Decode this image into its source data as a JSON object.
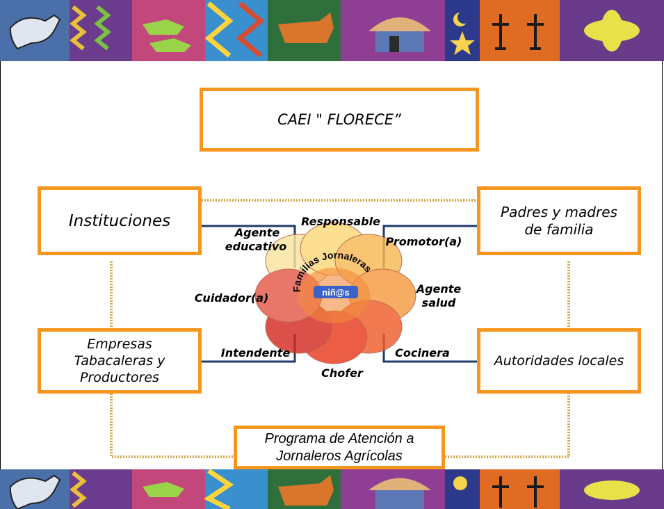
{
  "title": "CAEI \" FLORECE”",
  "boxes": {
    "instituciones": "Instituciones",
    "padres_line1": "Padres y madres",
    "padres_line2": "de familia",
    "empresas_line1": "Empresas",
    "empresas_line2": "Tabacaleras y",
    "empresas_line3": "Productores",
    "autoridades": "Autoridades locales",
    "programa_line1": "Programa de Atención a",
    "programa_line2": "Jornaleros Agrícolas"
  },
  "roles": {
    "responsable": "Responsable",
    "agente_educativo_line1": "Agente",
    "agente_educativo_line2": "educativo",
    "promotor": "Promotor(a)",
    "agente_salud_line1": "Agente",
    "agente_salud_line2": "salud",
    "cuidador": "Cuidador(a)",
    "intendente": "Intendente",
    "cocinera": "Cocinera",
    "chofer": "Chofer"
  },
  "center": {
    "arc_text": "Familias Jornaleras",
    "badge": "niñ@s"
  },
  "colors": {
    "box_border": "#f7961e",
    "dotted_line": "#d4a84a",
    "connector": "#1f3a6b",
    "badge": "#3b62c8"
  },
  "icons": [
    "goat-icon",
    "antelopes-icon",
    "bull-icon",
    "hut-icon",
    "moon-star-icon",
    "dancers-icon",
    "flower-icon"
  ]
}
